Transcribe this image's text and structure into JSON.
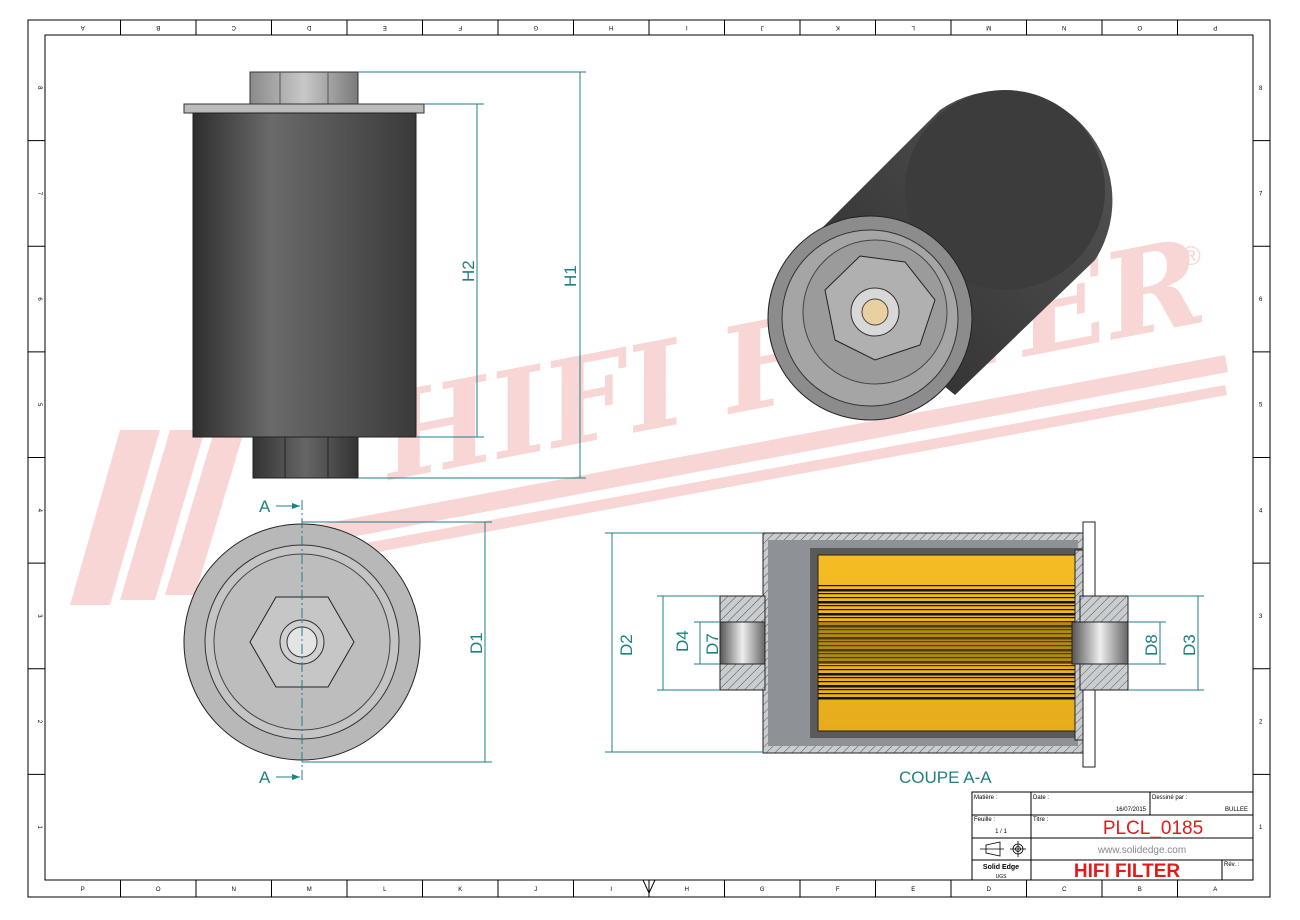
{
  "frame": {
    "columns": [
      "P",
      "O",
      "N",
      "M",
      "L",
      "K",
      "J",
      "I",
      "H",
      "G",
      "F",
      "E",
      "D",
      "C",
      "B",
      "A"
    ],
    "rows": [
      "8",
      "7",
      "6",
      "5",
      "4",
      "3",
      "2",
      "1"
    ]
  },
  "watermark": {
    "text": "HIFI FILTER",
    "registered": "®",
    "color": "#f5b5b5"
  },
  "views": {
    "front": {
      "dims": {
        "h1": "H1",
        "h2": "H2"
      }
    },
    "bottom": {
      "section_label_top": "A",
      "section_label_bottom": "A",
      "dims": {
        "d1": "D1"
      }
    },
    "section": {
      "title": "COUPE A-A",
      "dims": {
        "d2": "D2",
        "d4": "D4",
        "d7": "D7",
        "d8": "D8",
        "d3": "D3"
      }
    }
  },
  "title_block": {
    "material_label": "Matière :",
    "date_label": "Date :",
    "date": "16/07/2015",
    "drawn_by_label": "Dessiné par :",
    "drawn_by": "BULLEE",
    "sheet_label": "Feuille :",
    "sheet": "1 / 1",
    "title_label": "Titre :",
    "title": "PLCL_0185",
    "website": "www.solidedge.com",
    "software": "Solid Edge",
    "software_vendor": "UGS",
    "company": "HIFI FILTER",
    "revision_label": "Rév. :",
    "accent_color": "#e31b1b",
    "dim_color": "#1f7f86",
    "filter_color": "#f2b824"
  }
}
